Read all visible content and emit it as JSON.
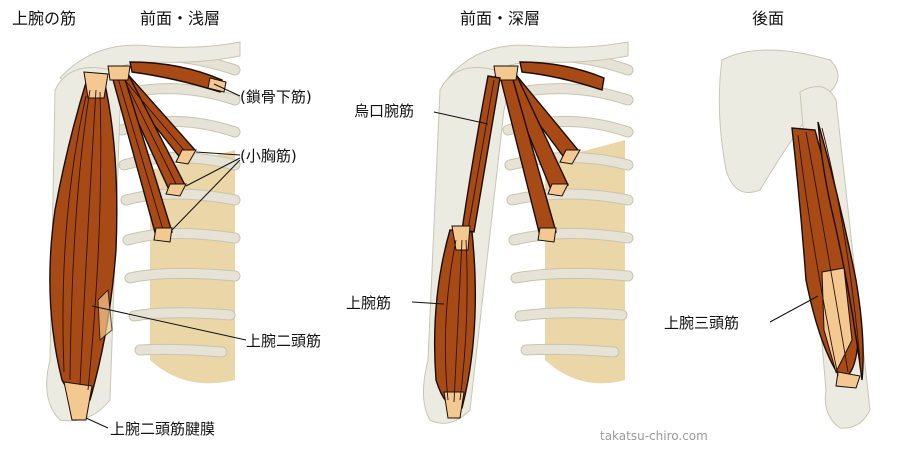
{
  "panels": {
    "front_superficial": {
      "title": "上腕の筋",
      "subtitle": "前面・浅層",
      "labels": {
        "subclavius": "(鎖骨下筋)",
        "pectoralis_minor": "(小胸筋)",
        "biceps": "上腕二頭筋",
        "bicipital_aponeurosis": "上腕二頭筋腱膜"
      }
    },
    "front_deep": {
      "subtitle": "前面・深層",
      "labels": {
        "coracobrachialis": "烏口腕筋",
        "brachialis": "上腕筋"
      }
    },
    "posterior": {
      "subtitle": "後面",
      "labels": {
        "triceps": "上腕三頭筋"
      }
    }
  },
  "credit": "takatsu-chiro.com",
  "colors": {
    "muscle": "#a84a16",
    "tendon": "#f3c991",
    "bone": "#ecebe2",
    "cartilage": "#d8b45c"
  }
}
